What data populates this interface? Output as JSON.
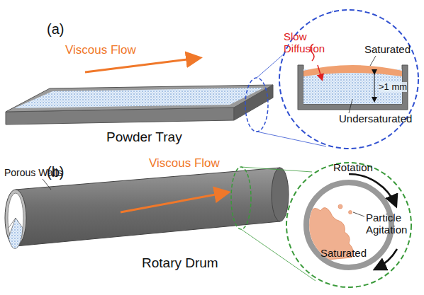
{
  "diagram": {
    "labels": [
      "(a)",
      "Viscous Flow",
      "Powder Tray",
      "Slow Diffusion",
      "Saturated",
      ">1 mm",
      "Undersaturated",
      "(b)",
      "Porous Walls",
      "Viscous Flow",
      "Rotary Drum",
      "Rotation",
      "Particle Agitation",
      "Saturated"
    ]
  }
}
